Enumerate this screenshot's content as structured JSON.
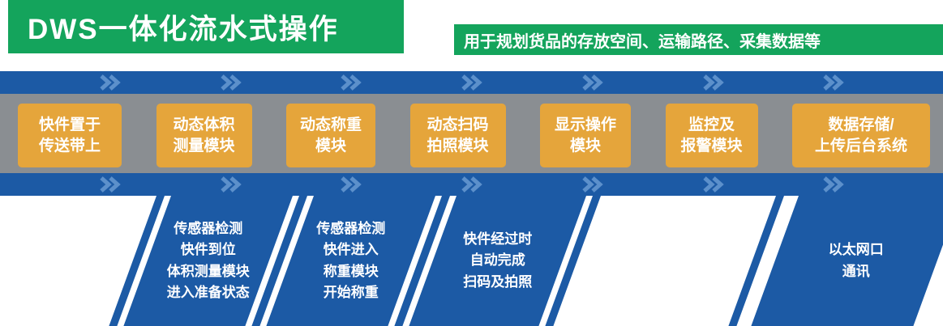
{
  "header": {
    "title": "DWS一体化流水式操作",
    "subtitle": "用于规划货品的存放空间、运输路径、采集数据等"
  },
  "process_steps": [
    {
      "label": "快件置于\n传送带上"
    },
    {
      "label": "动态体积\n测量模块"
    },
    {
      "label": "动态称重\n模块"
    },
    {
      "label": "动态扫码\n拍照模块"
    },
    {
      "label": "显示操作\n模块"
    },
    {
      "label": "监控及\n报警模块"
    },
    {
      "label": "数据存储/\n上传后台系统"
    }
  ],
  "detail_panels": [
    {
      "label": "传感器检测\n快件到位\n体积测量模块\n进入准备状态"
    },
    {
      "label": "传感器检测\n快件进入\n称重模块\n开始称重"
    },
    {
      "label": "快件经过时\n自动完成\n扫码及拍照"
    },
    {
      "label": "以太网口\n通讯"
    }
  ],
  "icons": {
    "flow_arrow": "chevron-right-icon"
  },
  "colors": {
    "green": "#14a45c",
    "gray": "#8a8e92",
    "blue": "#1c5aa5",
    "chevron_blue": "#5c90cb",
    "orange": "#e5a53b",
    "text": "#ffffff"
  }
}
